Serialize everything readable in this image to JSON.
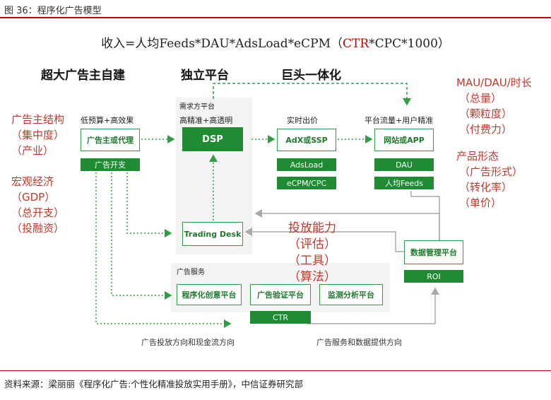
{
  "figure": {
    "title": "图 36：程序化广告模型",
    "source": "资料来源：梁丽丽《程序化广告:个性化精准投放实用手册》，中信证券研究部"
  },
  "formula": {
    "prefix": "收入=人均Feeds*DAU*AdsLoad*eCPM（",
    "highlight": "CTR",
    "suffix": "*CPC*1000）"
  },
  "columns": {
    "left": "超大广告主自建",
    "middle": "独立平台",
    "right": "巨头一体化"
  },
  "left_notes": {
    "group1": [
      "广告主结构",
      "（集中度）",
      "（产业）"
    ],
    "group2": [
      "宏观经济",
      "（GDP）",
      "（总开支）",
      "（投融资）"
    ]
  },
  "right_notes": {
    "group1": [
      "MAU/DAU/时长",
      "（总量）",
      "（颗粒度）",
      "（付费力）"
    ],
    "group2": [
      "产品形态",
      "（广告形式）",
      "（转化率）",
      "（单价）"
    ]
  },
  "middle_notes": [
    "投放能力",
    "（评估）",
    "（工具）",
    "（算法）"
  ],
  "labels": {
    "low_budget": "低预算+高效果",
    "demand_platform": "需求方平台",
    "high_precision": "高精准+高透明",
    "realtime_bid": "实时出价",
    "platform_traffic": "平台流量+用户精准",
    "ad_services": "广告服务"
  },
  "boxes": {
    "advertiser": "广告主或代理",
    "ad_spend": "广告开支",
    "dsp": "DSP",
    "adx": "AdX或SSP",
    "adsload": "AdsLoad",
    "ecpm": "eCPM/CPC",
    "site": "网站或APP",
    "dau": "DAU",
    "feeds": "人均Feeds",
    "trading_desk": "Trading Desk",
    "dmp": "数据管理平台",
    "roi": "ROI",
    "creative": "程序化创意平台",
    "verify": "广告验证平台",
    "monitor": "监测分析平台",
    "ctr": "CTR"
  },
  "flows": {
    "left": "广告投放方向和现金流方向",
    "right": "广告服务和数据提供方向"
  },
  "colors": {
    "green": "#1f8c33",
    "red": "#c0392b",
    "panel": "#f3f3f3",
    "arrow_gray": "#aaaaaa"
  }
}
